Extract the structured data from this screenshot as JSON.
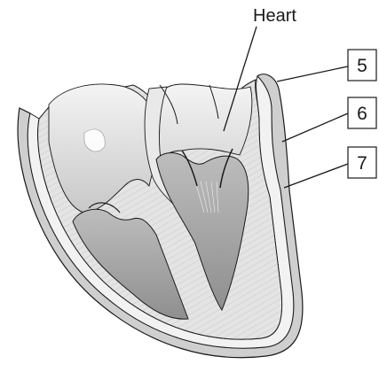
{
  "diagram": {
    "heart_label": "Heart",
    "callouts": [
      {
        "number": "5"
      },
      {
        "number": "6"
      },
      {
        "number": "7"
      }
    ]
  },
  "colors": {
    "background": "#ffffff",
    "outline": "#1a1a1a",
    "pericardium_outer": "#d2d2d2",
    "pericardium_inner": "#bdbdbd",
    "myocardium": "#e6e6e6",
    "chamber_fill": "#ececec",
    "muscle_texture": "#9a9a9a"
  }
}
